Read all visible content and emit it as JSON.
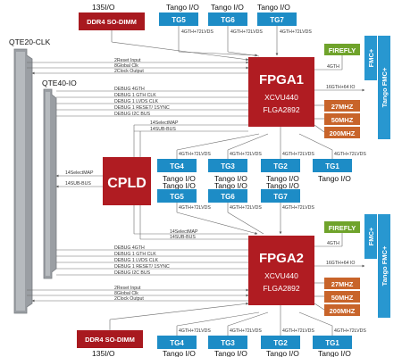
{
  "connectors": {
    "qte20": "QTE20-CLK",
    "qte40": "QTE40-IO"
  },
  "ddr4": {
    "label": "DDR4 SO-DIMM",
    "io": "135I/O"
  },
  "fpga1": {
    "name": "FPGA1",
    "part": "XCVU440",
    "pkg": "FLGA2892"
  },
  "fpga2": {
    "name": "FPGA2",
    "part": "XCVU440",
    "pkg": "FLGA2892"
  },
  "cpld": {
    "name": "CPLD",
    "selectmap": "14SelectMAP",
    "subbus": "14SUB-BUS"
  },
  "tango": {
    "io": "Tango I/O",
    "fmc_label": "Tango FMC+",
    "fmc_short": "FMC+",
    "tg5": "TG5",
    "tg6": "TG6",
    "tg7": "TG7",
    "tg4": "TG4",
    "tg3": "TG3",
    "tg2": "TG2",
    "tg1": "TG1",
    "link": "4GTH+72LVDS"
  },
  "firefly": {
    "label": "FIREFLY",
    "link": "4GTH",
    "fmc_link": "16GTH+64 IO"
  },
  "clocks": {
    "c27": "27MHZ",
    "c50": "50MHZ",
    "c200": "200MHZ"
  },
  "signals": {
    "reset": "2Reset Input",
    "gclk": "8Global Clk",
    "clkout": "2Clock Output",
    "dbg4gth": "DEBUG 4GTH",
    "dbg1gth": "DEBUG 1 GTH CLK",
    "dbg1lvds": "DEBUG 1 LVDS CLK",
    "dbgreset": "DEBUG 1 RESET/ 1SYNC",
    "dbgi2c": "DEBUG I2C BUS",
    "selectmap": "14SelectMAP",
    "subbus": "14SUB-BUS"
  },
  "colors": {
    "fpga_red": "#b01c22",
    "ddr_red": "#a8191f",
    "tango_blue": "#1d8cc6",
    "fmc_blue": "#2897d0",
    "firefly_green": "#6fa32b",
    "clock_orange": "#c8642a",
    "connector_gray": "#9a9ea3"
  }
}
